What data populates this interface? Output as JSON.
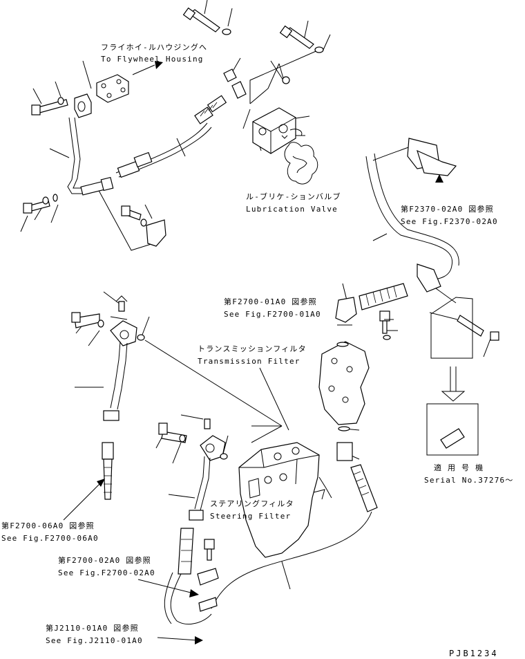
{
  "labels": {
    "flywheel_jp": "フライホイ-ルハウジングへ",
    "flywheel_en": "To Flywheel Housing",
    "lubvalve_jp": "ル-ブリケ-ションバルブ",
    "lubvalve_en": "Lubrication Valve",
    "f2370_jp": "第F2370-02A0 図参照",
    "f2370_en": "See Fig.F2370-02A0",
    "f2700_01_jp": "第F2700-01A0 図参照",
    "f2700_01_en": "See Fig.F2700-01A0",
    "transfilter_jp": "トランスミッションフィルタ",
    "transfilter_en": "Transmission Filter",
    "serial_jp": "適 用 号 機",
    "serial_en": "Serial No.37276～",
    "f2700_06_jp": "第F2700-06A0 図参照",
    "f2700_06_en": "See Fig.F2700-06A0",
    "steerfilter_jp": "ステアリングフィルタ",
    "steerfilter_en": "Steering Filter",
    "f2700_02_jp": "第F2700-02A0 図参照",
    "f2700_02_en": "See Fig.F2700-02A0",
    "j2110_jp": "第J2110-01A0 図参照",
    "j2110_en": "See Fig.J2110-01A0",
    "drawing_no": "PJB1234"
  }
}
